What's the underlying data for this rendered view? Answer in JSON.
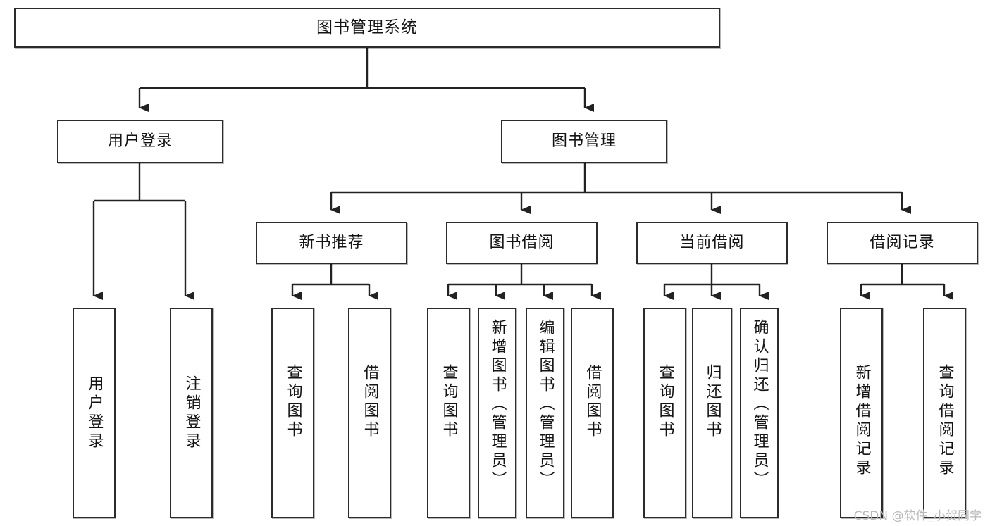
{
  "diagram": {
    "type": "tree-hierarchy",
    "title": "图书管理系统",
    "orientation": "top-down",
    "colors": {
      "box_border": "#2b2b2b",
      "box_fill": "#ffffff",
      "connector": "#222222",
      "text": "#141414",
      "watermark": "#b9b9b9"
    },
    "nodes": {
      "root": {
        "id": "root",
        "label": "图书管理系统",
        "level": 0
      },
      "level1": [
        {
          "id": "user-login",
          "label": "用户登录",
          "level": 1
        },
        {
          "id": "book-management",
          "label": "图书管理",
          "level": 1
        }
      ],
      "level2": [
        {
          "id": "new-book-recommend",
          "label": "新书推荐",
          "level": 2,
          "parent": "book-management"
        },
        {
          "id": "book-borrow",
          "label": "图书借阅",
          "level": 2,
          "parent": "book-management"
        },
        {
          "id": "current-borrow",
          "label": "当前借阅",
          "level": 2,
          "parent": "book-management"
        },
        {
          "id": "borrow-record",
          "label": "借阅记录",
          "level": 2,
          "parent": "book-management"
        }
      ],
      "leaves": [
        {
          "id": "leaf-user-login",
          "label": "用户登录",
          "parent": "user-login"
        },
        {
          "id": "leaf-logout",
          "label": "注销登录",
          "parent": "user-login"
        },
        {
          "id": "leaf-query-book-1",
          "label": "查询图书",
          "parent": "new-book-recommend"
        },
        {
          "id": "leaf-borrow-book-1",
          "label": "借阅图书",
          "parent": "new-book-recommend"
        },
        {
          "id": "leaf-query-book-2",
          "label": "查询图书",
          "parent": "book-borrow"
        },
        {
          "id": "leaf-add-book",
          "label": "新增图书（管理员）",
          "parent": "book-borrow"
        },
        {
          "id": "leaf-edit-book",
          "label": "编辑图书（管理员）",
          "parent": "book-borrow"
        },
        {
          "id": "leaf-borrow-book-2",
          "label": "借阅图书",
          "parent": "book-borrow"
        },
        {
          "id": "leaf-query-book-3",
          "label": "查询图书",
          "parent": "current-borrow"
        },
        {
          "id": "leaf-return-book",
          "label": "归还图书",
          "parent": "current-borrow"
        },
        {
          "id": "leaf-confirm-return",
          "label": "确认归还（管理员）",
          "parent": "current-borrow"
        },
        {
          "id": "leaf-add-record",
          "label": "新增借阅记录",
          "parent": "borrow-record"
        },
        {
          "id": "leaf-query-record",
          "label": "查询借阅记录",
          "parent": "borrow-record"
        }
      ]
    },
    "watermark": "CSDN @软件_小贺同学"
  }
}
